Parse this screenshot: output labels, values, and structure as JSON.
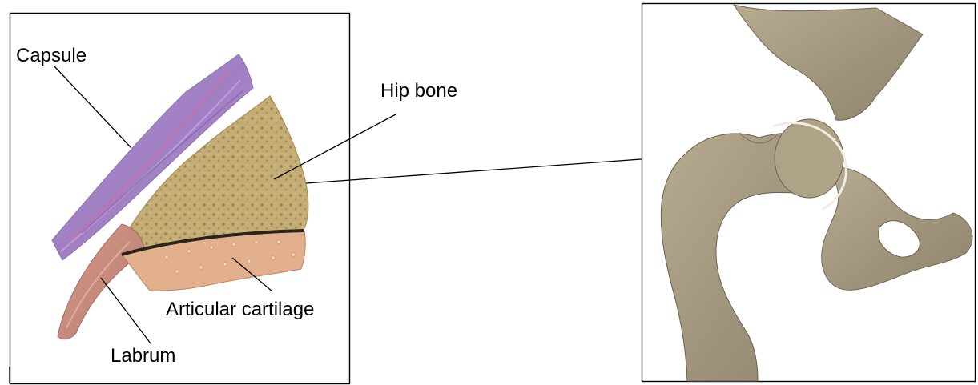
{
  "labels": {
    "capsule": "Capsule",
    "hip_bone": "Hip bone",
    "articular_cartilage": "Articular cartilage",
    "labrum": "Labrum"
  },
  "colors": {
    "capsule": "#a98ac6",
    "bone": "#c7b07a",
    "cartilage": "#e0b08f",
    "labrum": "#c98f80",
    "joint_bone": "#a99d80",
    "frame": "#000000"
  }
}
